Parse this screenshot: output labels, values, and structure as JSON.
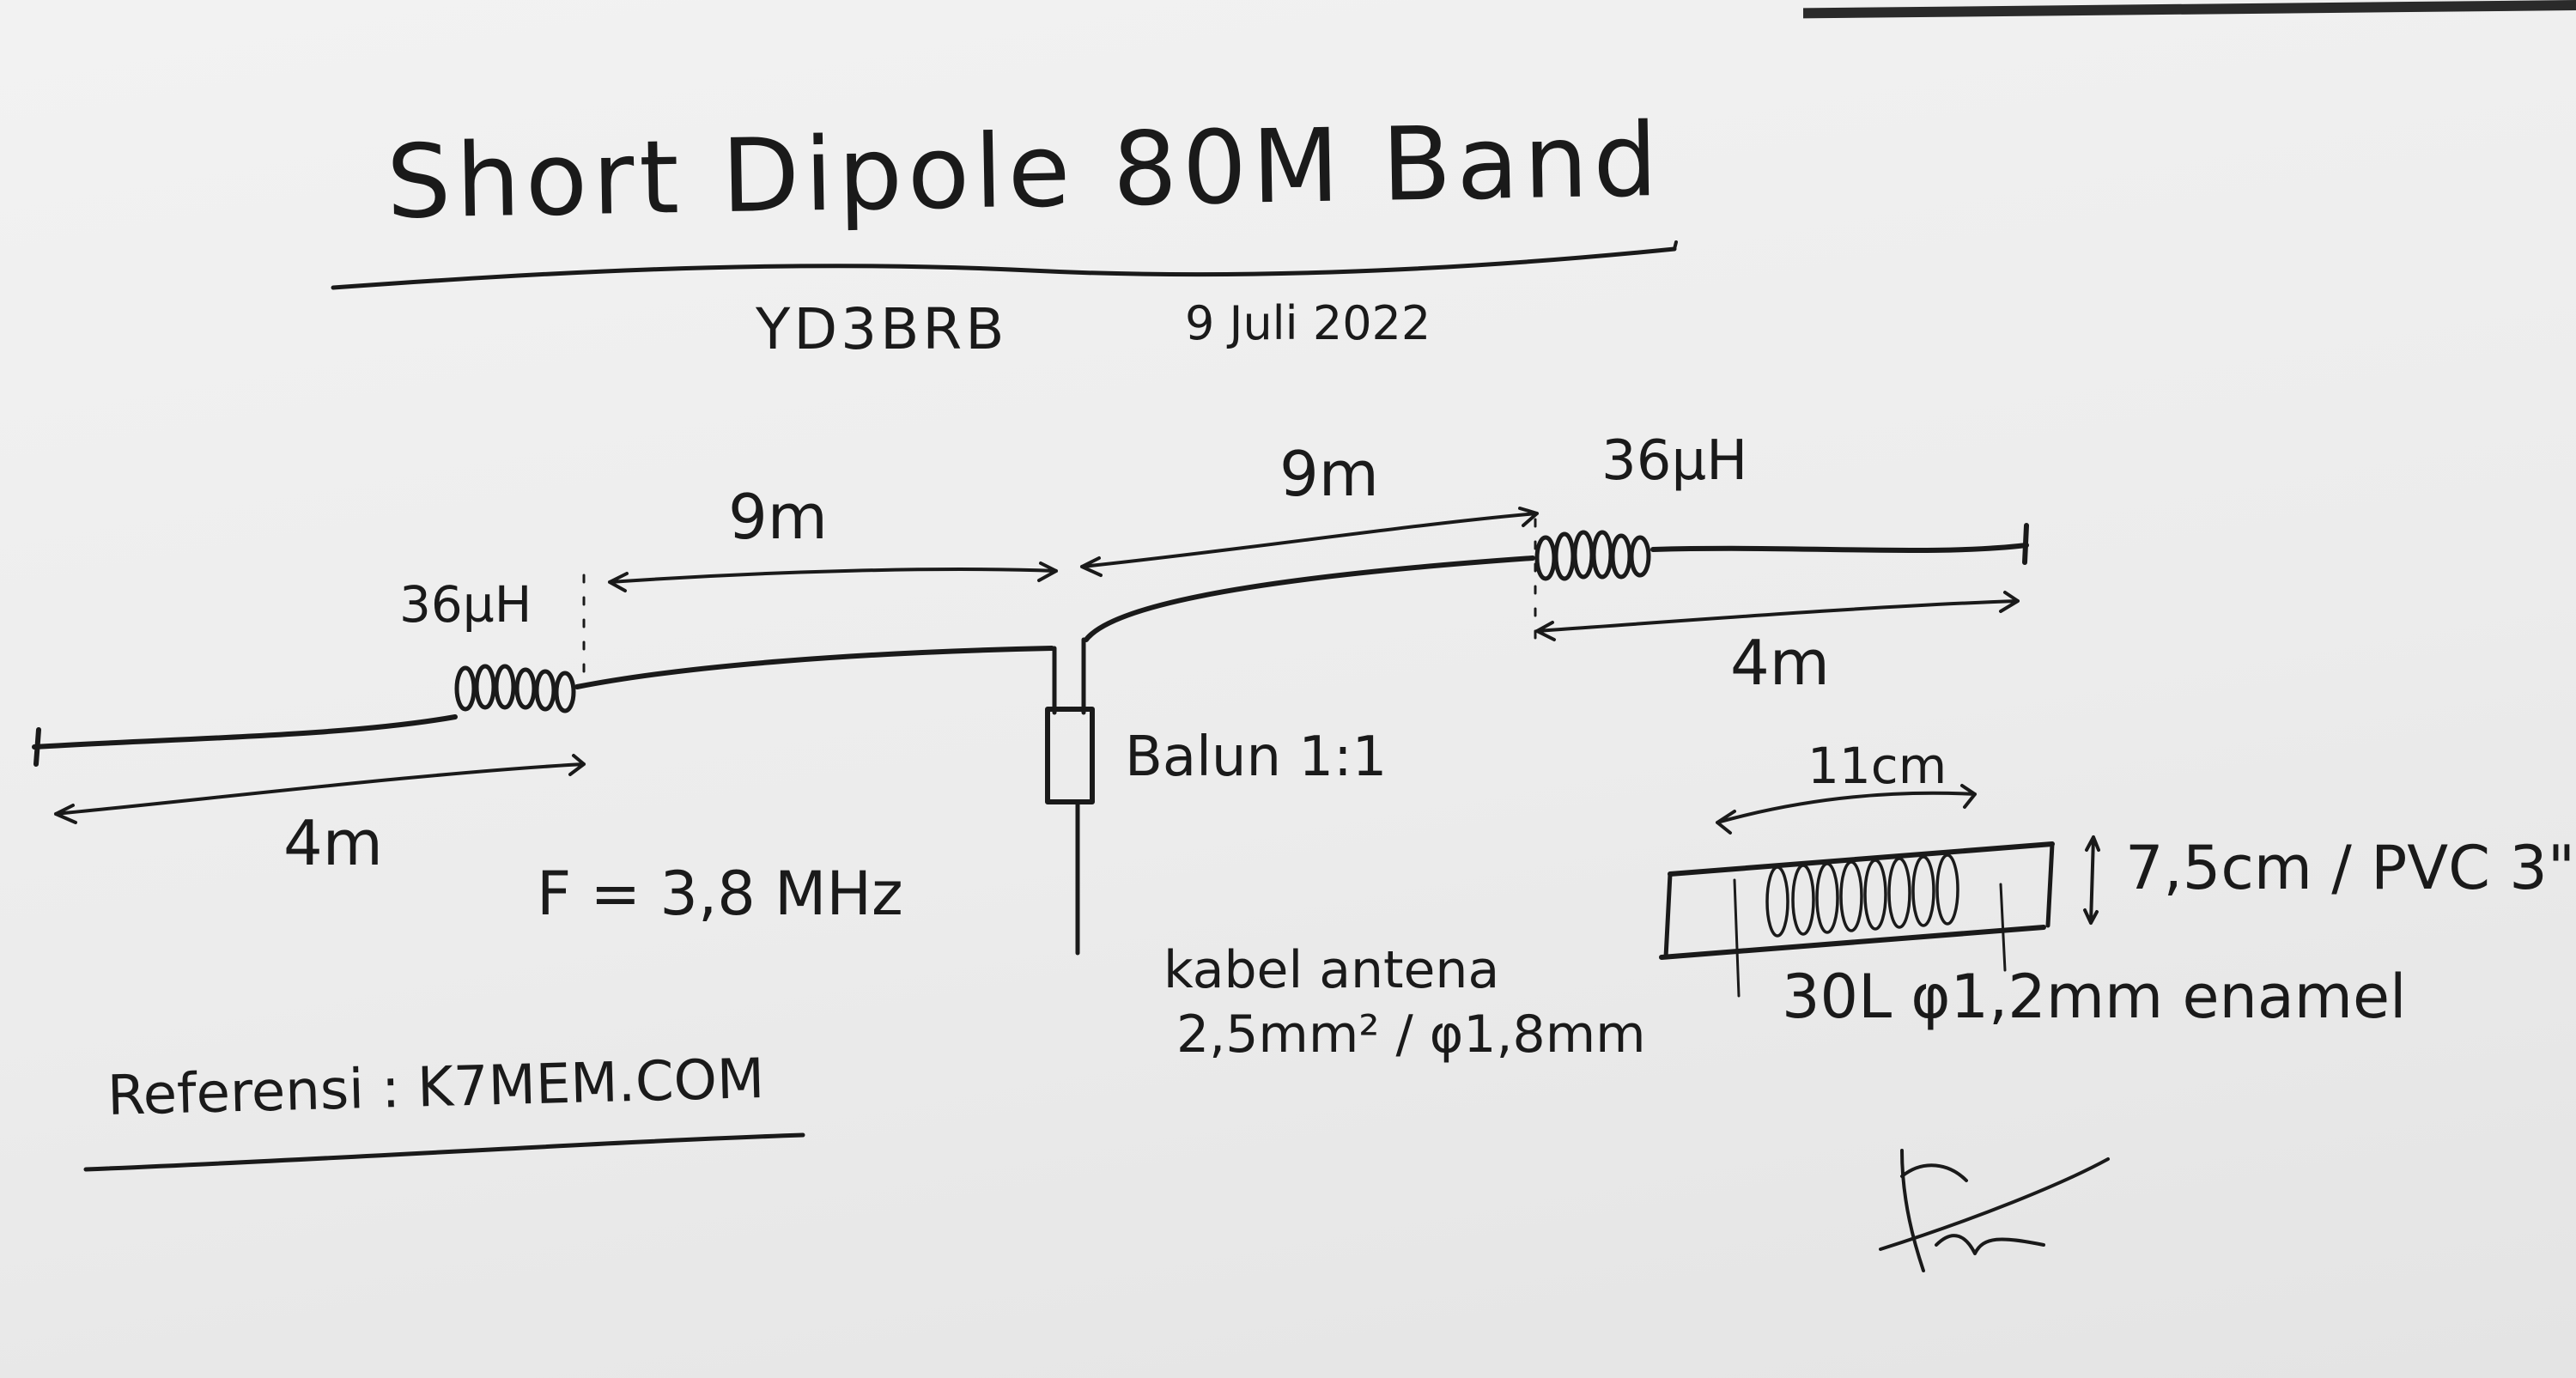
{
  "title": "Short Dipole 80M Band",
  "author": "YD3BRB",
  "date": "9 Juli 2022",
  "left_section": {
    "inner_length": "9m",
    "inductor": "36µH",
    "outer_length": "4m"
  },
  "right_section": {
    "inner_length": "9m",
    "inductor": "36µH",
    "outer_length": "4m"
  },
  "balun_label": "Balun 1:1",
  "frequency": "F = 3,8 MHz",
  "wire_spec": {
    "line1": "kabel antena",
    "line2": "2,5mm² / φ1,8mm"
  },
  "coil_detail": {
    "length": "11cm",
    "diameter": "7,5cm / PVC 3\"",
    "winding": "30L φ1,2mm enamel"
  },
  "reference": "Referensi : K7MEM.COM",
  "signature": "signature"
}
